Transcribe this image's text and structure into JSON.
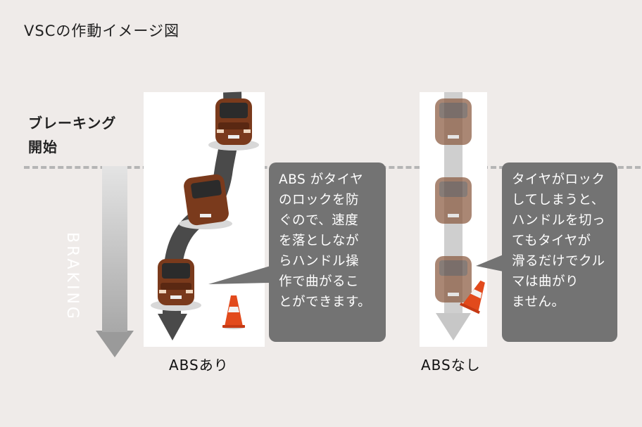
{
  "title": "VSCの作動イメージ図",
  "braking_start_lines": [
    "ブレーキング",
    "開始"
  ],
  "braking_arrow_text": "BRAKING",
  "with_abs": {
    "caption": "ABSあり",
    "bubble_lines": [
      "ABS がタイヤ",
      "のロックを防",
      "ぐので、速度",
      "を落としなが",
      "らハンドル操",
      "作で曲がるこ",
      "とができます。"
    ]
  },
  "without_abs": {
    "caption": "ABSなし",
    "bubble_lines": [
      "タイヤがロック",
      "してしまうと、",
      "ハンドルを切っ",
      "てもタイヤが",
      "滑るだけでクル",
      "マは曲がり",
      "ません。"
    ]
  },
  "colors": {
    "background": "#efebe9",
    "bubble": "#737373",
    "car_body": "#7a3a1c",
    "cone": "#e24a1c",
    "path": "#4a4a4a"
  }
}
